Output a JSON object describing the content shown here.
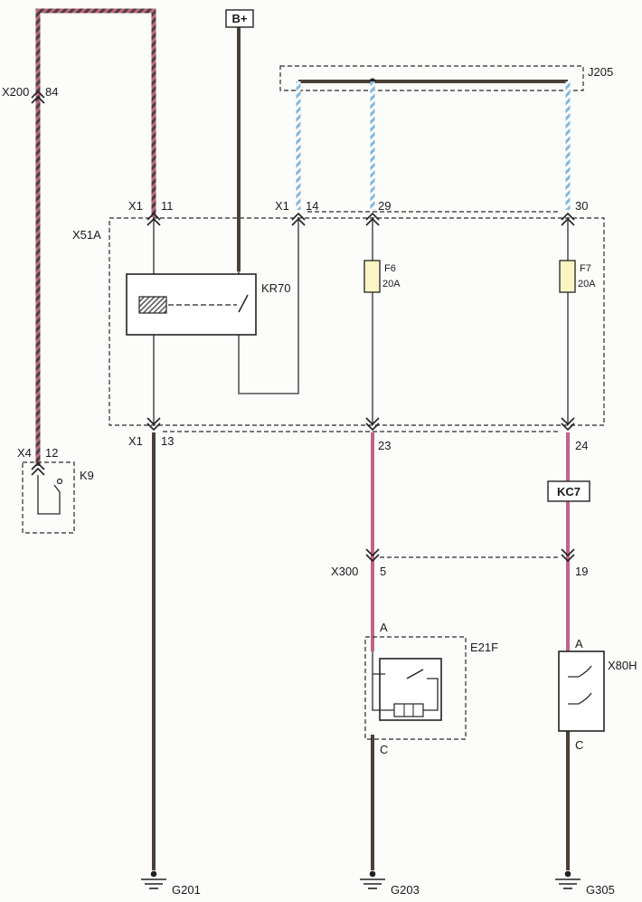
{
  "labels": {
    "x200": "X200",
    "x200_pin": "84",
    "bplus": "B+",
    "j205": "J205",
    "x51a": "X51A",
    "x1_11_conn": "X1",
    "x1_11_pin": "11",
    "x1_14_conn": "X1",
    "x1_14_pin": "14",
    "pin29": "29",
    "pin30": "30",
    "kr70": "KR70",
    "f6_name": "F6",
    "f6_rating": "20A",
    "f7_name": "F7",
    "f7_rating": "20A",
    "x1_13_conn": "X1",
    "x1_13_pin": "13",
    "pin23": "23",
    "pin24": "24",
    "x4": "X4",
    "x4_pin": "12",
    "k9": "K9",
    "kc7": "KC7",
    "x300": "X300",
    "x300_pin5": "5",
    "x300_pin19": "19",
    "e21f": "E21F",
    "e21f_a": "A",
    "e21f_c": "C",
    "x80h": "X80H",
    "x80h_a": "A",
    "x80h_c": "C",
    "g201": "G201",
    "g203": "G203",
    "g305": "G305"
  },
  "colors": {
    "module_fill": "#dcf0f4",
    "wire_dark": "#4a4038",
    "wire_pink": "#c0648a",
    "wire_blue": "#7fb7df",
    "fuse_fill": "#fbf4c4"
  }
}
